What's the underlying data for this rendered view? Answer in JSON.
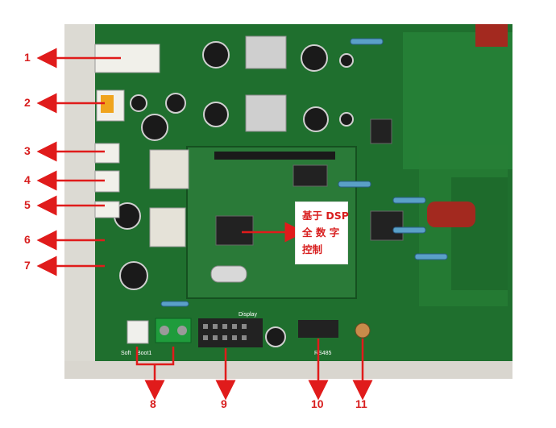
{
  "callout_numbers": [
    "1",
    "2",
    "3",
    "4",
    "5",
    "6",
    "7",
    "8",
    "9",
    "10",
    "11"
  ],
  "annotation": {
    "line1": "基于 DSP",
    "line2": "全 数 字",
    "line3": "控制"
  },
  "board_labels": {
    "cn_boot": "Boot1",
    "cn_soft": "Soft",
    "display": "Display",
    "rs485": "RS485"
  },
  "colors": {
    "arrow": "#e01b1b",
    "pcb": "#1f6f2e",
    "pcb_dark": "#154f20",
    "text": "#d81e1e"
  }
}
